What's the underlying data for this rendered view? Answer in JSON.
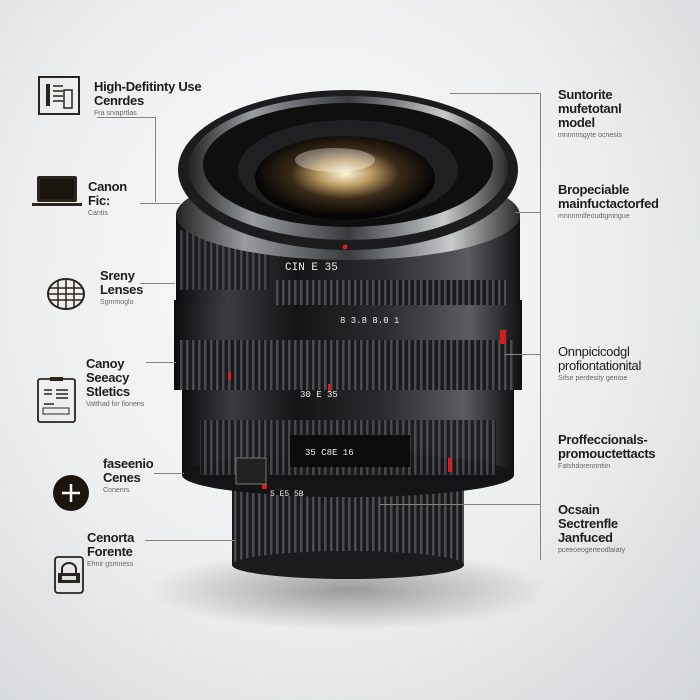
{
  "lens": {
    "engraving_main": "CIN E 35",
    "engraving_scale1": "8  3.8  8.0  1",
    "engraving_scale2": "30  E  35",
    "engraving_scale3": "35  C8E  16",
    "engraving_mount": "5  E5  5B",
    "accent_red": "#d21e1e"
  },
  "left_labels": [
    {
      "icon": "document-icon",
      "title": "High-Defitinty Use Cenrdes",
      "sub": "Fra srvaprtlas"
    },
    {
      "icon": "laptop-icon",
      "title": "Canon Fic:",
      "sub": "Cantis"
    },
    {
      "icon": "globe-icon",
      "title": "Sreny Lenses",
      "sub": "Sgmmoglo"
    },
    {
      "icon": "clipboard-icon",
      "title": "Canoy Seeacy Stletics",
      "sub": "Vatthad for fionens"
    },
    {
      "icon": "plus-icon",
      "title": "faseenio Cenes",
      "sub": "Conenrs"
    },
    {
      "icon": "lock-icon",
      "title": "Cenorta Forente",
      "sub": "Ehnir gsmness"
    }
  ],
  "right_labels": [
    {
      "title": "Suntorite mufetotanl model",
      "sub": "mnnnnsgyte ocnesis"
    },
    {
      "title": "Bropeciable mainfuctactorfed",
      "sub": "mnnnnnlfeoudtgmngue"
    },
    {
      "title": "Onnpicicodgl profiontationital",
      "sub": "Sifse perdesity gentoe"
    },
    {
      "title": "Proffeccionals-promouctettacts",
      "sub": "Fatshdorennntiin"
    },
    {
      "title": "Ocsain Sectrenfle Janfuced",
      "sub": "pceeoeogerteodlaiaty"
    }
  ]
}
